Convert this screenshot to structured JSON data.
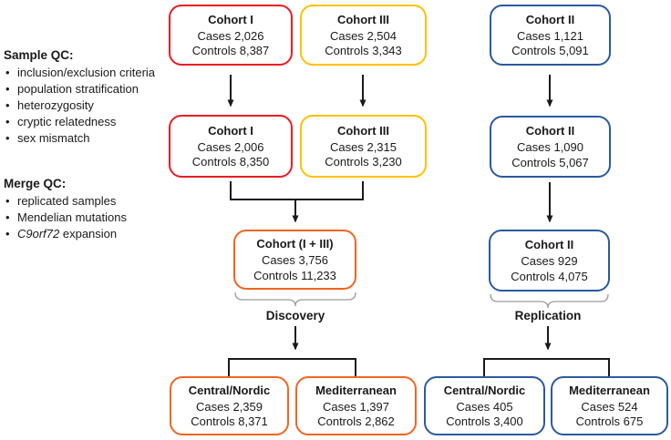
{
  "palette": {
    "red": "#EC1C24",
    "yellow": "#FFC000",
    "blue": "#2B5AA0",
    "orange": "#F26522",
    "line": "#1a1a1a",
    "brace": "#9a9a9a"
  },
  "sidebar": {
    "sample_qc": {
      "heading": "Sample QC:",
      "items": [
        "inclusion/exclusion criteria",
        "population stratification",
        "heterozygosity",
        "cryptic relatedness",
        "sex mismatch"
      ]
    },
    "merge_qc": {
      "heading": "Merge QC:",
      "items": [
        "replicated samples",
        "Mendelian mutations"
      ],
      "gene_item": {
        "gene": "C9orf72",
        "rest": " expansion"
      }
    }
  },
  "labels": {
    "discovery": "Discovery",
    "replication": "Replication"
  },
  "boxes": [
    {
      "title": "Cohort I",
      "cases": "Cases 2,026",
      "controls": "Controls 8,387"
    },
    {
      "title": "Cohort III",
      "cases": "Cases 2,504",
      "controls": "Controls 3,343"
    },
    {
      "title": "Cohort II",
      "cases": "Cases 1,121",
      "controls": "Controls 5,091"
    },
    {
      "title": "Cohort I",
      "cases": "Cases 2,006",
      "controls": "Controls 8,350"
    },
    {
      "title": "Cohort III",
      "cases": "Cases 2,315",
      "controls": "Controls 3,230"
    },
    {
      "title": "Cohort II",
      "cases": "Cases 1,090",
      "controls": "Controls 5,067"
    },
    {
      "title": "Cohort (I + III)",
      "cases": "Cases 3,756",
      "controls": "Controls 11,233"
    },
    {
      "title": "Cohort II",
      "cases": "Cases 929",
      "controls": "Controls 4,075"
    },
    {
      "title": "Central/Nordic",
      "cases": "Cases 2,359",
      "controls": "Controls 8,371"
    },
    {
      "title": "Mediterranean",
      "cases": "Cases 1,397",
      "controls": "Controls 2,862"
    },
    {
      "title": "Central/Nordic",
      "cases": "Cases 405",
      "controls": "Controls 3,400"
    },
    {
      "title": "Mediterranean",
      "cases": "Cases 524",
      "controls": "Controls 675"
    }
  ]
}
